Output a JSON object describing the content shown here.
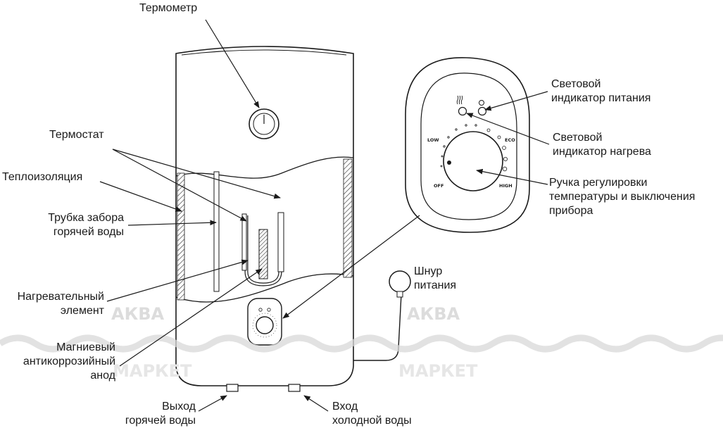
{
  "labels": {
    "thermometer": "Термометр",
    "thermostat": "Термостат",
    "insulation": "Теплоизоляция",
    "hot_tube": [
      "Трубка забора",
      "горячей воды"
    ],
    "heater": [
      "Нагревательный",
      "элемент"
    ],
    "anode": [
      "Магниевый",
      "антикоррозийный",
      "анод"
    ],
    "hot_out": [
      "Выход",
      "горячей воды"
    ],
    "cold_in": [
      "Вход",
      "холодной воды"
    ],
    "power_led": [
      "Световой",
      "индикатор питания"
    ],
    "heat_led": [
      "Световой",
      "индикатор нагрева"
    ],
    "knob": [
      "Ручка регулировки",
      "температуры и выключения",
      "прибора"
    ],
    "cord": [
      "Шнур",
      "питания"
    ]
  },
  "dial": {
    "low": "LOW",
    "eco": "ECO",
    "off": "OFF",
    "high": "HIGH"
  },
  "watermark": {
    "word1": "АКВА",
    "word2": "МАРКЕТ"
  }
}
